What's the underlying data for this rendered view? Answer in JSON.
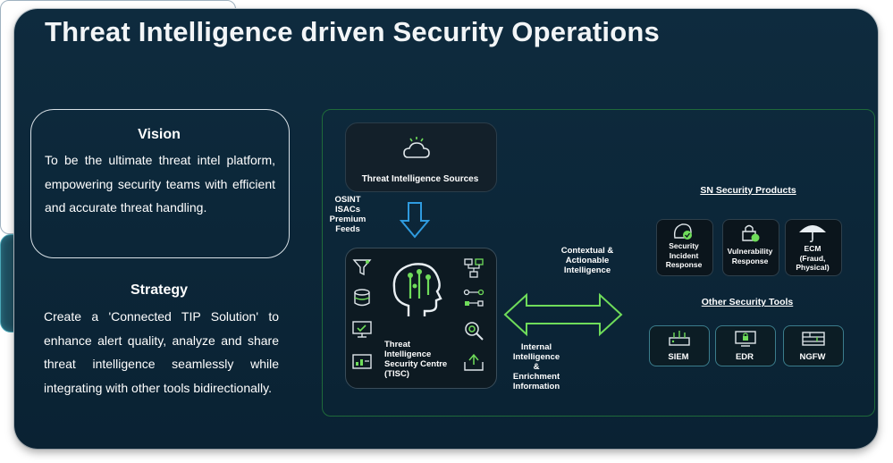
{
  "title": "Threat Intelligence driven Security Operations",
  "vision": {
    "heading": "Vision",
    "text": "To be the ultimate threat intel platform, empowering security teams with efficient and accurate threat handling."
  },
  "strategy": {
    "heading": "Strategy",
    "text": "Create a 'Connected TIP Solution' to enhance alert quality, analyze and share threat intelligence seamlessly while integrating with other tools bidirectionally."
  },
  "diagram": {
    "sources_label": "Threat Intelligence Sources",
    "feeds": [
      "OSINT",
      "ISACs",
      "Premium",
      "Feeds"
    ],
    "tisc_label": [
      "Threat",
      "Intelligence",
      "Security Centre",
      "(TISC)"
    ],
    "contextual": [
      "Contextual &",
      "Actionable",
      "Intelligence"
    ],
    "internal": [
      "Internal",
      "Intelligence",
      "&",
      "Enrichment",
      "Information"
    ],
    "sn_title": "SN Security Products",
    "sn_products": [
      {
        "lines": [
          "Security",
          "Incident",
          "Response"
        ],
        "icon": "incident-icon"
      },
      {
        "lines": [
          "Vulnerability",
          "Response"
        ],
        "icon": "vulnerability-icon"
      },
      {
        "lines": [
          "ECM",
          "(Fraud,",
          "Physical)"
        ],
        "icon": "umbrella-icon"
      }
    ],
    "other_tools_title": "Other Security Tools",
    "other_tools": [
      {
        "label": "SIEM",
        "icon": "siem-icon"
      },
      {
        "label": "EDR",
        "icon": "edr-icon"
      },
      {
        "label": "NGFW",
        "icon": "firewall-icon"
      }
    ]
  },
  "colors": {
    "background": "#0e2b3e",
    "accent_green": "#6fdc5a",
    "arrow_blue": "#2f9bdf",
    "teal": "#1f4f60"
  }
}
